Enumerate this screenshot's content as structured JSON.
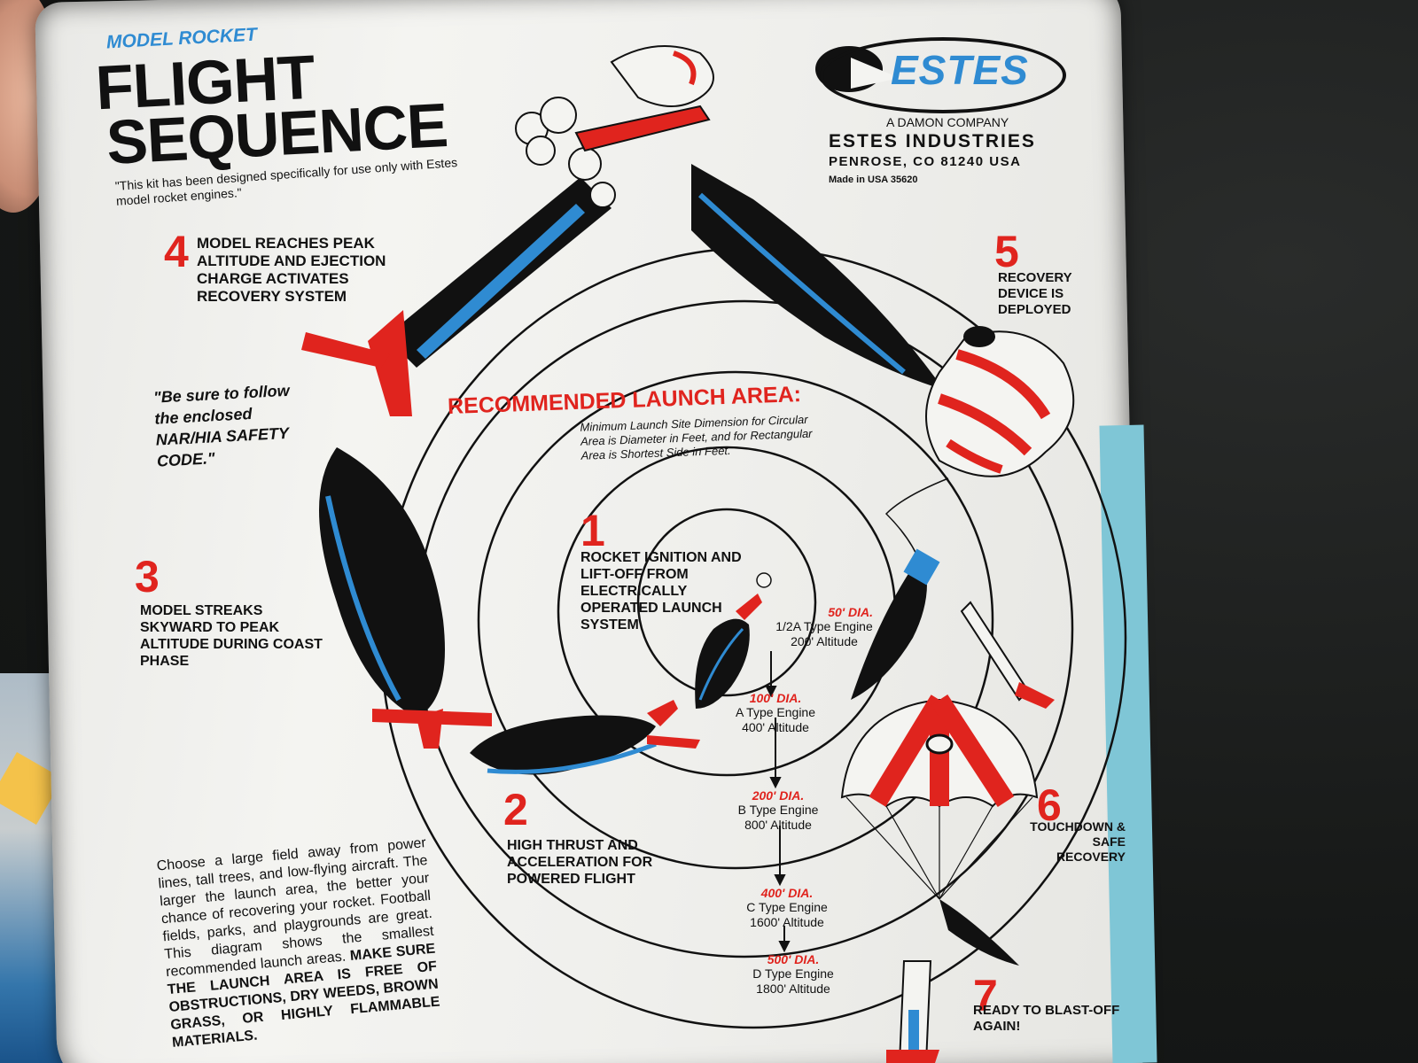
{
  "header": {
    "subtitle": "MODEL ROCKET",
    "title_line1": "FLIGHT",
    "title_line2": "SEQUENCE",
    "quote": "\"This kit has been designed specifically for use only with Estes model rocket engines.\""
  },
  "brand": {
    "logo_text": "ESTES",
    "company_line": "A DAMON COMPANY",
    "name": "ESTES INDUSTRIES",
    "address": "PENROSE, CO 81240 USA",
    "made_in": "Made in USA 35620"
  },
  "steps": [
    {
      "number": "1",
      "text": "ROCKET IGNITION AND LIFT-OFF FROM ELECTRICALLY OPERATED LAUNCH SYSTEM"
    },
    {
      "number": "2",
      "text": "HIGH THRUST AND ACCELERATION FOR POWERED FLIGHT"
    },
    {
      "number": "3",
      "text": "MODEL STREAKS SKYWARD TO PEAK ALTITUDE DURING COAST PHASE"
    },
    {
      "number": "4",
      "text": "MODEL REACHES PEAK ALTITUDE AND EJECTION CHARGE ACTIVATES RECOVERY SYSTEM"
    },
    {
      "number": "5",
      "text": "RECOVERY DEVICE IS DEPLOYED"
    },
    {
      "number": "6",
      "text": "TOUCHDOWN & SAFE RECOVERY"
    },
    {
      "number": "7",
      "text": "READY TO BLAST-OFF AGAIN!"
    }
  ],
  "safety_quote": "\"Be sure to follow the enclosed NAR/HIA SAFETY CODE.\"",
  "launch_area": {
    "heading": "RECOMMENDED LAUNCH AREA:",
    "note": "Minimum Launch Site Dimension for Circular Area is Diameter in Feet, and for Rectangular Area is Shortest Side in Feet.",
    "rings": [
      {
        "dia": "50' DIA.",
        "engine": "1/2A Type Engine",
        "altitude": "200' Altitude"
      },
      {
        "dia": "100' DIA.",
        "engine": "A Type Engine",
        "altitude": "400' Altitude"
      },
      {
        "dia": "200' DIA.",
        "engine": "B Type Engine",
        "altitude": "800' Altitude"
      },
      {
        "dia": "400' DIA.",
        "engine": "C Type Engine",
        "altitude": "1600' Altitude"
      },
      {
        "dia": "500' DIA.",
        "engine": "D Type Engine",
        "altitude": "1800' Altitude"
      }
    ]
  },
  "instructions": {
    "normal": "Choose a large field away from power lines, tall trees, and low-flying aircraft. The larger the launch area, the better your chance of recovering your rocket. Football fields, parks, and playgrounds are great. This diagram shows the smallest recommended launch areas.",
    "bold": "MAKE SURE THE LAUNCH AREA IS FREE OF OBSTRUCTIONS, DRY WEEDS, BROWN GRASS, OR HIGHLY FLAMMABLE MATERIALS."
  },
  "colors": {
    "red": "#e0241e",
    "blue": "#2f8bd2",
    "black": "#111111",
    "paper": "#efefec"
  }
}
